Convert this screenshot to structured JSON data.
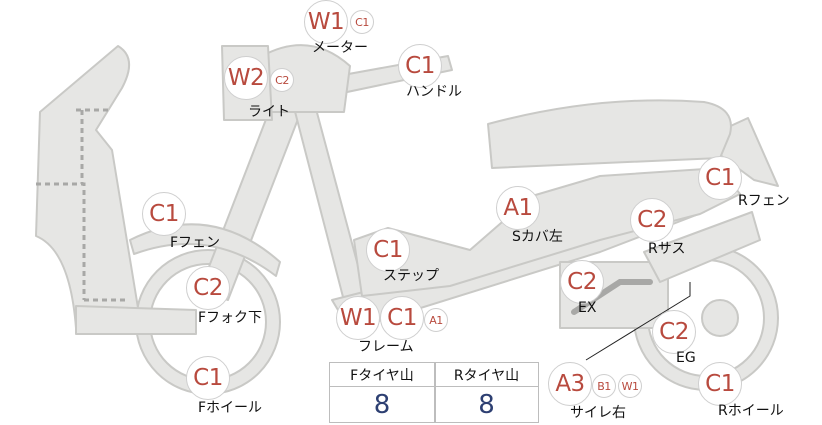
{
  "parts": [
    {
      "id": "meter",
      "label": "メーター",
      "codes": [
        "W1",
        "C1"
      ]
    },
    {
      "id": "handle",
      "label": "ハンドル",
      "codes": [
        "C1"
      ]
    },
    {
      "id": "light",
      "label": "ライト",
      "codes": [
        "W2",
        "C2"
      ]
    },
    {
      "id": "r-fender",
      "label": "Rフェン",
      "codes": [
        "C1"
      ]
    },
    {
      "id": "s-cover-left",
      "label": "Sカバ左",
      "codes": [
        "A1"
      ]
    },
    {
      "id": "f-fender",
      "label": "Fフェン",
      "codes": [
        "C1"
      ]
    },
    {
      "id": "r-suspension",
      "label": "Rサス",
      "codes": [
        "C2"
      ]
    },
    {
      "id": "step",
      "label": "ステップ",
      "codes": [
        "C1"
      ]
    },
    {
      "id": "exhaust",
      "label": "EX",
      "codes": [
        "C2"
      ]
    },
    {
      "id": "f-fork-lower",
      "label": "Fフォク下",
      "codes": [
        "C2"
      ]
    },
    {
      "id": "frame",
      "label": "フレーム",
      "codes": [
        "W1",
        "C1",
        "A1"
      ]
    },
    {
      "id": "engine",
      "label": "EG",
      "codes": [
        "C2"
      ]
    },
    {
      "id": "f-wheel",
      "label": "Fホイール",
      "codes": [
        "C1"
      ]
    },
    {
      "id": "muffler-right",
      "label": "サイレ右",
      "codes": [
        "A3",
        "B1",
        "W1"
      ]
    },
    {
      "id": "r-wheel",
      "label": "Rホイール",
      "codes": [
        "C1"
      ]
    }
  ],
  "tread": {
    "front_label": "Fタイヤ山",
    "rear_label": "Rタイヤ山",
    "front_value": "8",
    "rear_value": "8"
  },
  "colors": {
    "body_fill": "#e6e6e4",
    "body_stroke": "#c9c9c6",
    "code_text": "#b84a3e",
    "tread_value": "#2d3f72"
  }
}
